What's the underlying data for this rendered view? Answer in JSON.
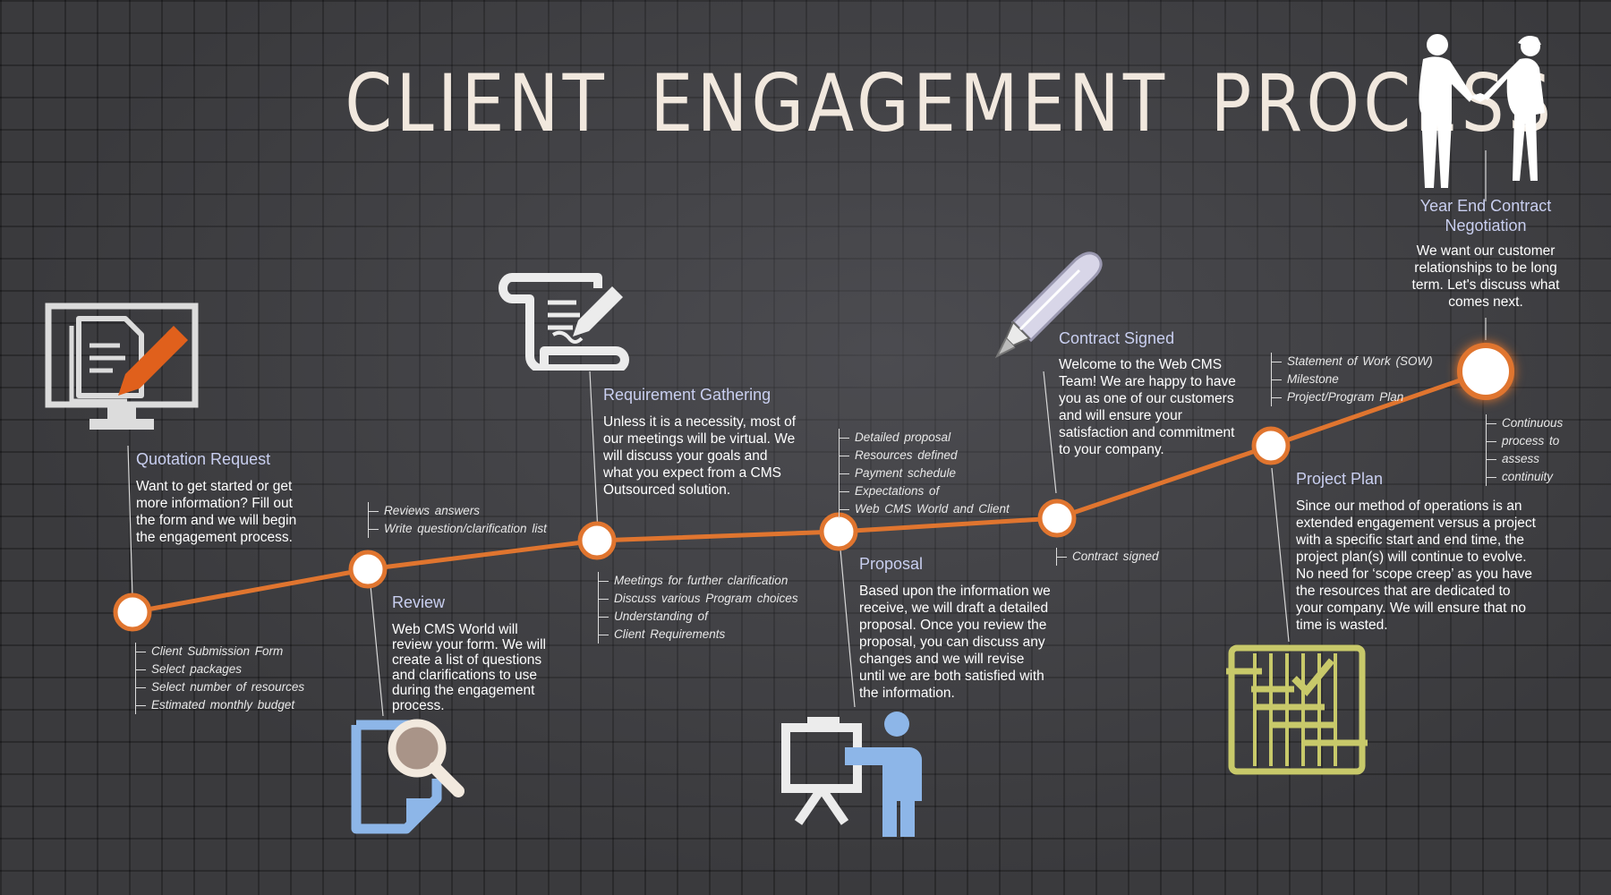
{
  "title": "CLIENT ENGAGEMENT PROCESS",
  "colors": {
    "accent": "#e0752f",
    "node_fill": "#ffffff",
    "title_color": "#f1e8de",
    "step_title": "#c9cff0",
    "review_icon": "#8db6e8",
    "proposal_icon": "#8db6e8",
    "plan_icon": "#c8c96a",
    "quote_pen": "#e0601c"
  },
  "steps": [
    {
      "title": "Quotation Request",
      "body": "Want to get started or get more information? Fill out the form and we will begin the engagement process.",
      "items": [
        "Client Submission Form",
        "Select packages",
        "Select number of resources",
        "Estimated monthly budget"
      ],
      "icon": "computer-form-icon"
    },
    {
      "title": "Review",
      "body": "Web CMS World will review your form. We will create a list of questions and clarifications to use during the engagement process.",
      "items": [
        "Reviews answers",
        "Write question/clarification list"
      ],
      "icon": "document-search-icon"
    },
    {
      "title": "Requirement Gathering",
      "body": "Unless it is a necessity, most of our meetings will be virtual. We will discuss your goals and what you expect from a CMS Outsourced solution.",
      "items": [
        "Meetings for further clarification",
        "Discuss various Program choices",
        "Understanding of",
        "Client Requirements"
      ],
      "icon": "scroll-pencil-icon"
    },
    {
      "title": "Proposal",
      "body": "Based upon the information we receive, we will draft a detailed proposal. Once you review the proposal, you can discuss any changes and we will revise until we are both satisfied with the information.",
      "items": [
        "Detailed proposal",
        "Resources defined",
        "Payment schedule",
        "Expectations of",
        "Web CMS World and Client"
      ],
      "icon": "presentation-icon"
    },
    {
      "title": "Contract Signed",
      "body": "Welcome to the Web CMS Team! We are happy to have you as one of our customers and will ensure your satisfaction and commitment to your company.",
      "items": [
        "Contract signed"
      ],
      "icon": "fountain-pen-icon"
    },
    {
      "title": "Project Plan",
      "body": "Since our method of operations is an extended engagement versus a project with a specific start and end time, the project plan(s) will continue to evolve. No need for ‘scope creep’ as you have the resources that are dedicated to your company. We will ensure that no time is wasted.",
      "items": [
        "Statement of Work (SOW)",
        "Milestone",
        "Project/Program Plan"
      ],
      "icon": "gantt-checklist-icon"
    },
    {
      "title": "Year End Contract Negotiation",
      "body": "We want our customer relationships to be long term. Let's discuss what comes next.",
      "items": [
        "Continuous",
        "process to",
        "assess",
        "continuity"
      ],
      "icon": "handshake-icon"
    }
  ]
}
